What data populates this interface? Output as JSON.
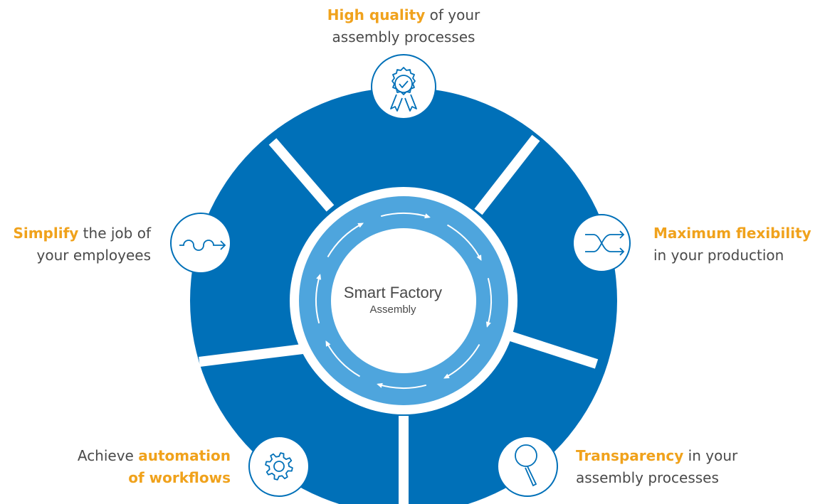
{
  "center": {
    "title": "Smart Factory",
    "subtitle": "Assembly"
  },
  "benefits": [
    {
      "icon": "award-ribbon-icon",
      "highlight": "High quality",
      "rest1": " of your",
      "line2": "assembly processes"
    },
    {
      "icon": "shuffle-arrows-icon",
      "highlight": "Maximum flexibility",
      "rest1": "",
      "line2": "in your production"
    },
    {
      "icon": "magnifier-icon",
      "highlight": "Transparency",
      "rest1": " in your",
      "line2": "assembly processes"
    },
    {
      "icon": "gear-icon",
      "prefix": "Achieve ",
      "highlight": "automation",
      "line2": "of workflows"
    },
    {
      "icon": "wave-arrow-icon",
      "highlight": "Simplify",
      "rest1": " the job of",
      "line2": "your employees"
    }
  ],
  "colors": {
    "ring_dark": "#0070b8",
    "ring_light": "#4ea5dd",
    "highlight": "#f0a21c",
    "text": "#4a4a4a",
    "icon_stroke": "#0070b8"
  }
}
